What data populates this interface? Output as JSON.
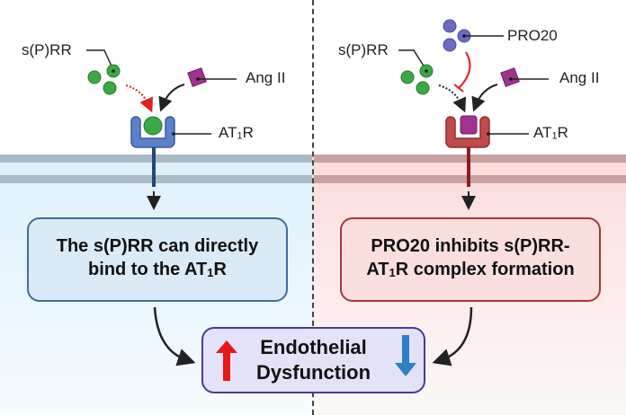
{
  "left": {
    "spr_label": "s(P)RR",
    "ang_label": "Ang II",
    "receptor_label_main": "AT",
    "receptor_label_sub": "1",
    "receptor_label_end": "R",
    "box_line1": "The s(P)RR can directly",
    "box_line2_pre": "bind to the AT",
    "box_line2_sub": "1",
    "box_line2_end": "R"
  },
  "right": {
    "spr_label": "s(P)RR",
    "pro20_label": "PRO20",
    "ang_label": "Ang II",
    "receptor_label_main": "AT",
    "receptor_label_sub": "1",
    "receptor_label_end": "R",
    "box_line1": "PRO20 inhibits s(P)RR-",
    "box_line2_pre": "AT",
    "box_line2_sub": "1",
    "box_line2_end": "R complex formation"
  },
  "outcome": {
    "line1": "Endothelial",
    "line2": "Dysfunction"
  },
  "colors": {
    "spr_green": "#3aa844",
    "ang_magenta": "#a0338f",
    "pro20_purple": "#6b6bc4",
    "receptor_blue": "#5b82c6",
    "receptor_red": "#c24a4a",
    "up_arrow": "#e81818",
    "down_arrow": "#2f7fc6"
  }
}
